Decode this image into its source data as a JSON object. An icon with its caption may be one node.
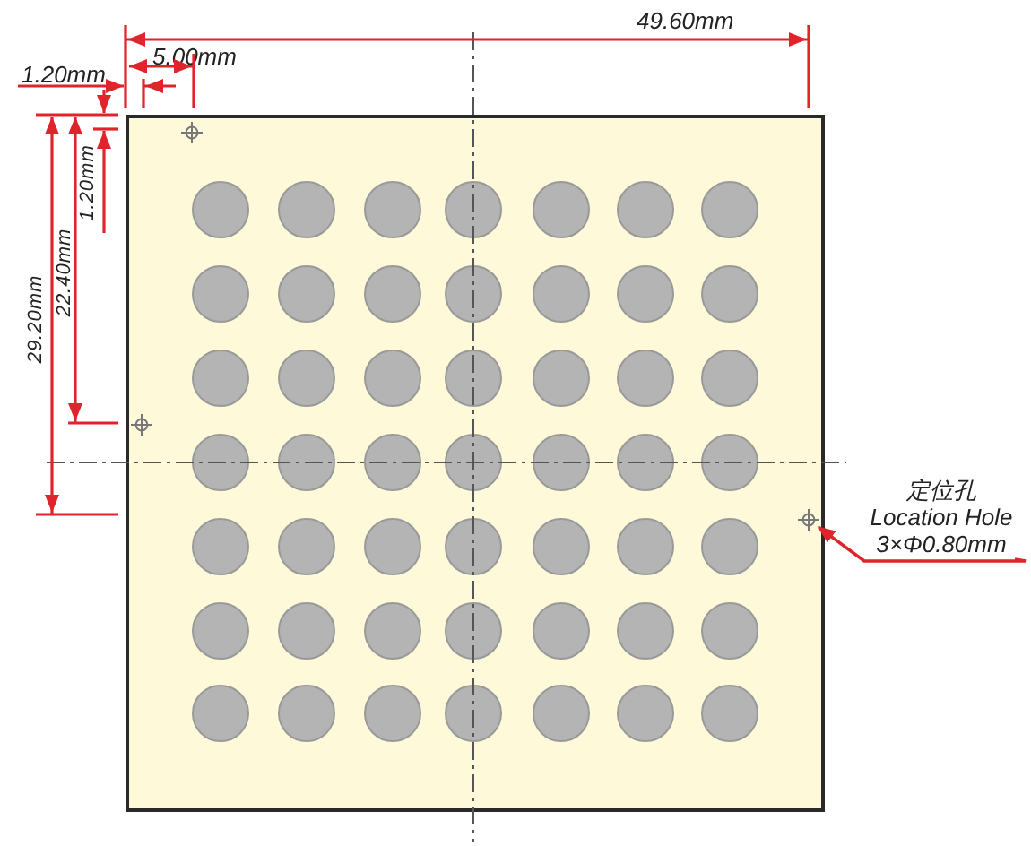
{
  "diagram": {
    "nodes": [
      {
        "text": [],
        "shape": "box"
      },
      {
        "text": [
          "定位孔",
          "Location Hole",
          "3×Φ0.80mm"
        ]
      },
      {
        "text": [],
        "shape": "circle",
        "in": 0
      }
    ],
    "edges": [
      {
        "from": 1,
        "to": 2,
        "arrow": "to"
      }
    ],
    "labels": [
      "49.60mm",
      "5.00mm",
      "1.20mm",
      "1.20mm",
      "22.40mm",
      "29.20mm"
    ]
  }
}
